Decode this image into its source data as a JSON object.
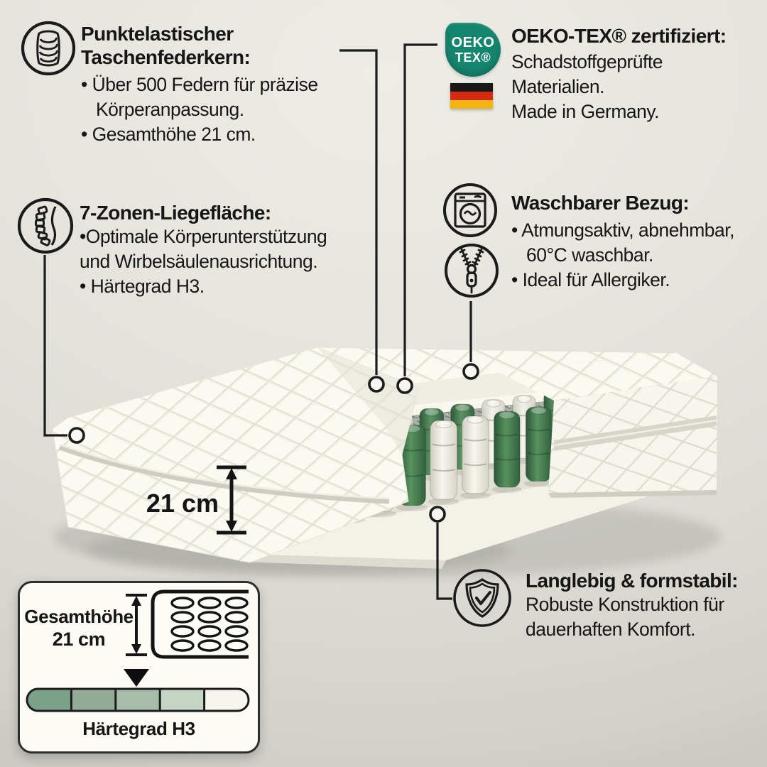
{
  "language": "de",
  "colors": {
    "text": "#161616",
    "badge_green": "#15866e",
    "flag_black": "#171717",
    "flag_red": "#d52a12",
    "flag_gold": "#f2b410",
    "spring_green": "#4c8457",
    "line": "#1c1c1c"
  },
  "icons": {
    "pocket_core": "coil-spring-icon",
    "zones": "spine-icon",
    "oeko": "oeko-tex-badge",
    "germany": "germany-flag-icon",
    "washable_1": "washing-machine-icon",
    "washable_2": "zipper-icon",
    "durable": "shield-check-icon"
  },
  "features": {
    "pocket_core": {
      "title": [
        "Punktelastischer",
        "Taschenfederkern:"
      ],
      "lines": [
        "• Über 500 Federn für präzise",
        "Körperanpassung.",
        "• Gesamthöhe 21 cm."
      ]
    },
    "zones": {
      "title": "7-Zonen-Liegefläche:",
      "lines": [
        "•Optimale Körperunterstützung",
        "und Wirbelsäulenausrichtung.",
        "• Härtegrad H3."
      ]
    },
    "oeko": {
      "badge": [
        "OEKO",
        "TEX®"
      ],
      "title": "OEKO-TEX® zertifiziert:",
      "lines": [
        "Schadstoffgeprüfte",
        "Materialien.",
        "Made in Germany."
      ]
    },
    "washable": {
      "title": "Waschbarer Bezug:",
      "lines": [
        "• Atmungsaktiv, abnehmbar,",
        "60°C waschbar.",
        "• Ideal für Allergiker."
      ]
    },
    "durable": {
      "title": "Langlebig & formstabil:",
      "lines": [
        "Robuste Konstruktion für",
        "dauerhaften Komfort."
      ]
    }
  },
  "mattress": {
    "height_label": "21 cm",
    "spring_pattern_front": [
      "green",
      "green",
      "white",
      "white",
      "green",
      "white",
      "white",
      "green",
      "green",
      "white",
      "white",
      "green"
    ],
    "spring_pattern_back": [
      "white",
      "green",
      "green",
      "white",
      "green",
      "green",
      "white",
      "white",
      "green",
      "green",
      "white",
      "green"
    ]
  },
  "spec_card": {
    "height_title": "Gesamthöhe",
    "height_value": "21 cm",
    "firmness_label": "Härtegrad H3",
    "segment_count": 5,
    "selected_segment": 3,
    "scale_colors": [
      "#7ca08a",
      "#92ac98",
      "#a6bda9",
      "#c4d4c5",
      "#f6f6ee"
    ]
  }
}
